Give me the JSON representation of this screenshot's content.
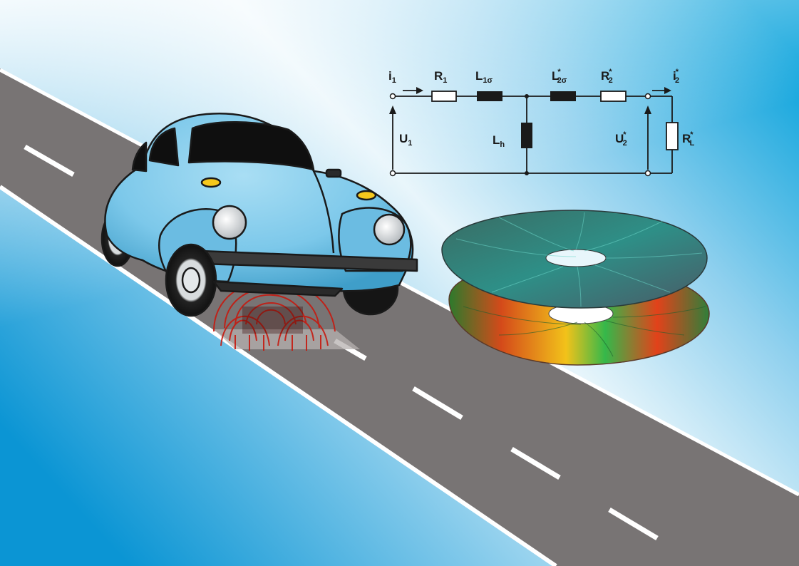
{
  "circuit": {
    "i1": {
      "base": "i",
      "sub": "1",
      "sup": ""
    },
    "R1": {
      "base": "R",
      "sub": "1",
      "sup": ""
    },
    "L1s": {
      "base": "L",
      "sub": "1σ",
      "sup": ""
    },
    "L2s": {
      "base": "L",
      "sub": "2σ",
      "sup": "*"
    },
    "R2": {
      "base": "R",
      "sub": "2",
      "sup": "*"
    },
    "i2": {
      "base": "i",
      "sub": "2",
      "sup": "*"
    },
    "U1": {
      "base": "U",
      "sub": "1",
      "sup": ""
    },
    "Lh": {
      "base": "L",
      "sub": "h",
      "sup": ""
    },
    "U2": {
      "base": "U",
      "sub": "2",
      "sup": "*"
    },
    "RL": {
      "base": "R",
      "sub": "L",
      "sup": "*"
    }
  },
  "colors": {
    "sky_light": "#ffffff",
    "sky_dark": "#0aa3dc",
    "road": "#787474",
    "road_edge": "#ffffff",
    "car_body": "#7cc8ea",
    "car_shadow": "#4aa6d0",
    "field_lines": "#c61a10",
    "wire": "#1a1a1a"
  },
  "icons": [
    "car-illustration",
    "magnetic-field-lines",
    "coil-disc-upper",
    "coil-disc-lower"
  ]
}
